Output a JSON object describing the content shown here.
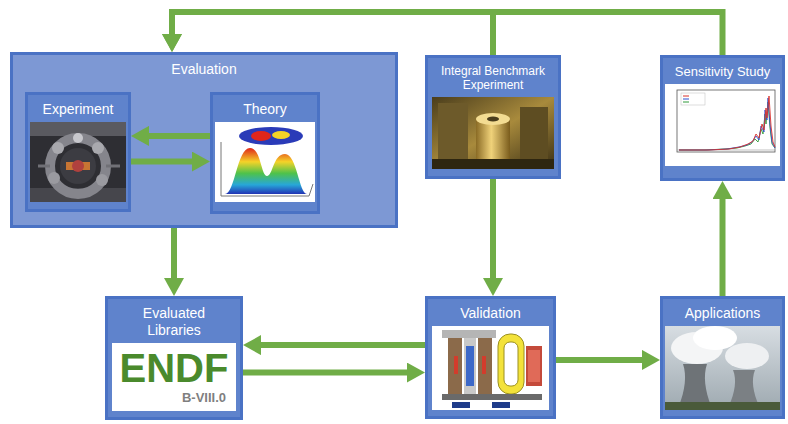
{
  "diagram": {
    "nodes": [
      {
        "text": [
          "Evaluation"
        ]
      },
      {
        "text": [
          "Experiment"
        ],
        "in": 0
      },
      {
        "text": [
          "Theory"
        ],
        "in": 0
      },
      {
        "text": [
          "Integral Benchmark Experiment"
        ]
      },
      {
        "text": [
          "Sensitivity Study"
        ]
      },
      {
        "text": [
          "Evaluated Libraries"
        ]
      },
      {
        "text": [
          "Validation"
        ]
      },
      {
        "text": [
          "Applications"
        ]
      }
    ],
    "edges": [
      {
        "from": 2,
        "to": 1,
        "arrow": "to"
      },
      {
        "from": 1,
        "to": 2,
        "arrow": "to"
      },
      {
        "from": 0,
        "to": 5,
        "arrow": "to"
      },
      {
        "from": 6,
        "to": 5,
        "arrow": "to"
      },
      {
        "from": 5,
        "to": 6,
        "arrow": "to"
      },
      {
        "from": 3,
        "to": 6,
        "arrow": "to"
      },
      {
        "from": 6,
        "to": 7,
        "arrow": "to"
      },
      {
        "from": 7,
        "to": 4,
        "arrow": "to"
      },
      {
        "from": 4,
        "to": 0,
        "arrow": "to"
      },
      {
        "from": 3,
        "to": 0,
        "arrow": "to"
      }
    ],
    "labels": [
      "ENDF",
      "B-VIII.0"
    ]
  }
}
